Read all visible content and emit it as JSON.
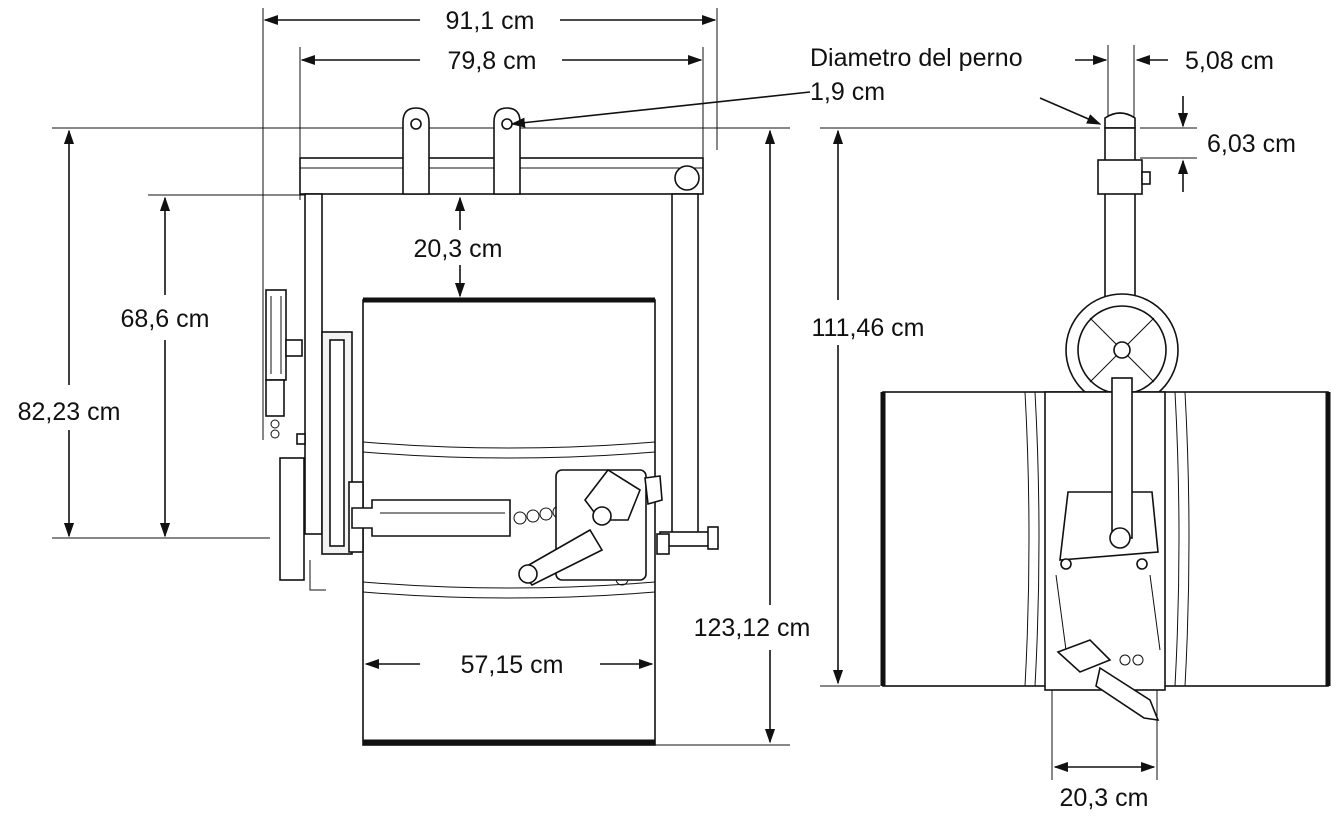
{
  "dimensions": {
    "overall_width": "91,1 cm",
    "frame_width": "79,8 cm",
    "pin_diameter_label": "Diametro del perno",
    "pin_diameter_value": "1,9 cm",
    "bracket_width": "5,08 cm",
    "bracket_height": "6,03 cm",
    "clearance_top": "20,3 cm",
    "height_to_drum_top": "68,6 cm",
    "frame_height": "82,23 cm",
    "side_height": "111,46 cm",
    "overall_height": "123,12 cm",
    "drum_width": "57,15 cm",
    "side_clamp_width": "20,3 cm"
  },
  "colors": {
    "line": "#111111",
    "background": "#ffffff"
  }
}
